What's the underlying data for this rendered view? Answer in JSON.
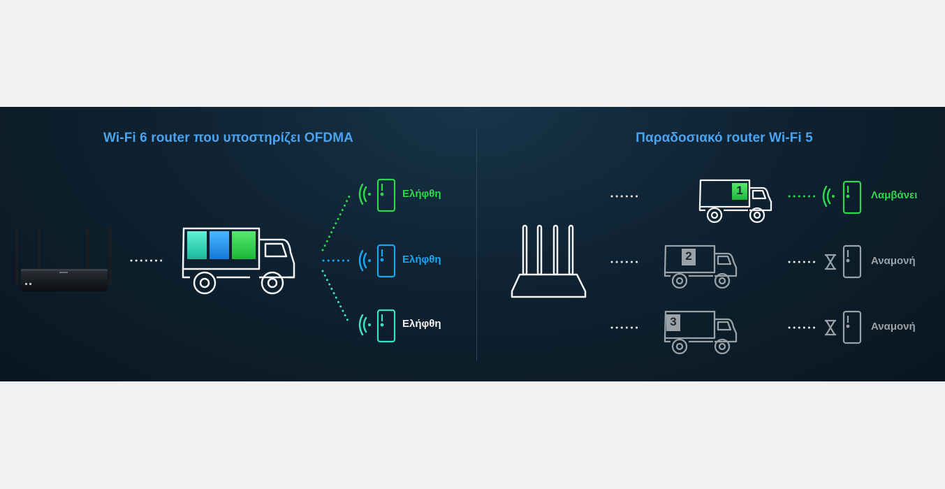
{
  "left_panel": {
    "title": "Wi-Fi 6 router που υποστηρίζει OFDMA",
    "devices": [
      {
        "status": "Ελήφθη",
        "color": "#2fd64e"
      },
      {
        "status": "Ελήφθη",
        "color": "#1aa6f0"
      },
      {
        "status": "Ελήφθη",
        "color": "#f4f4f4"
      }
    ],
    "truck_boxes": [
      "teal",
      "blue",
      "green"
    ]
  },
  "right_panel": {
    "title": "Παραδοσιακό router Wi-Fi 5",
    "trucks": [
      {
        "number": "1",
        "status": "Λαμβάνει",
        "color": "#2fd64e"
      },
      {
        "number": "2",
        "status": "Αναμονή",
        "color": "#9aa2a8"
      },
      {
        "number": "3",
        "status": "Αναμονή",
        "color": "#9aa2a8"
      }
    ]
  },
  "colors": {
    "title": "#4aa3ee",
    "green": "#2fd64e",
    "blue": "#1aa6f0",
    "teal": "#3de0c4",
    "gray": "#9aa2a8",
    "white": "#f4f4f4"
  }
}
